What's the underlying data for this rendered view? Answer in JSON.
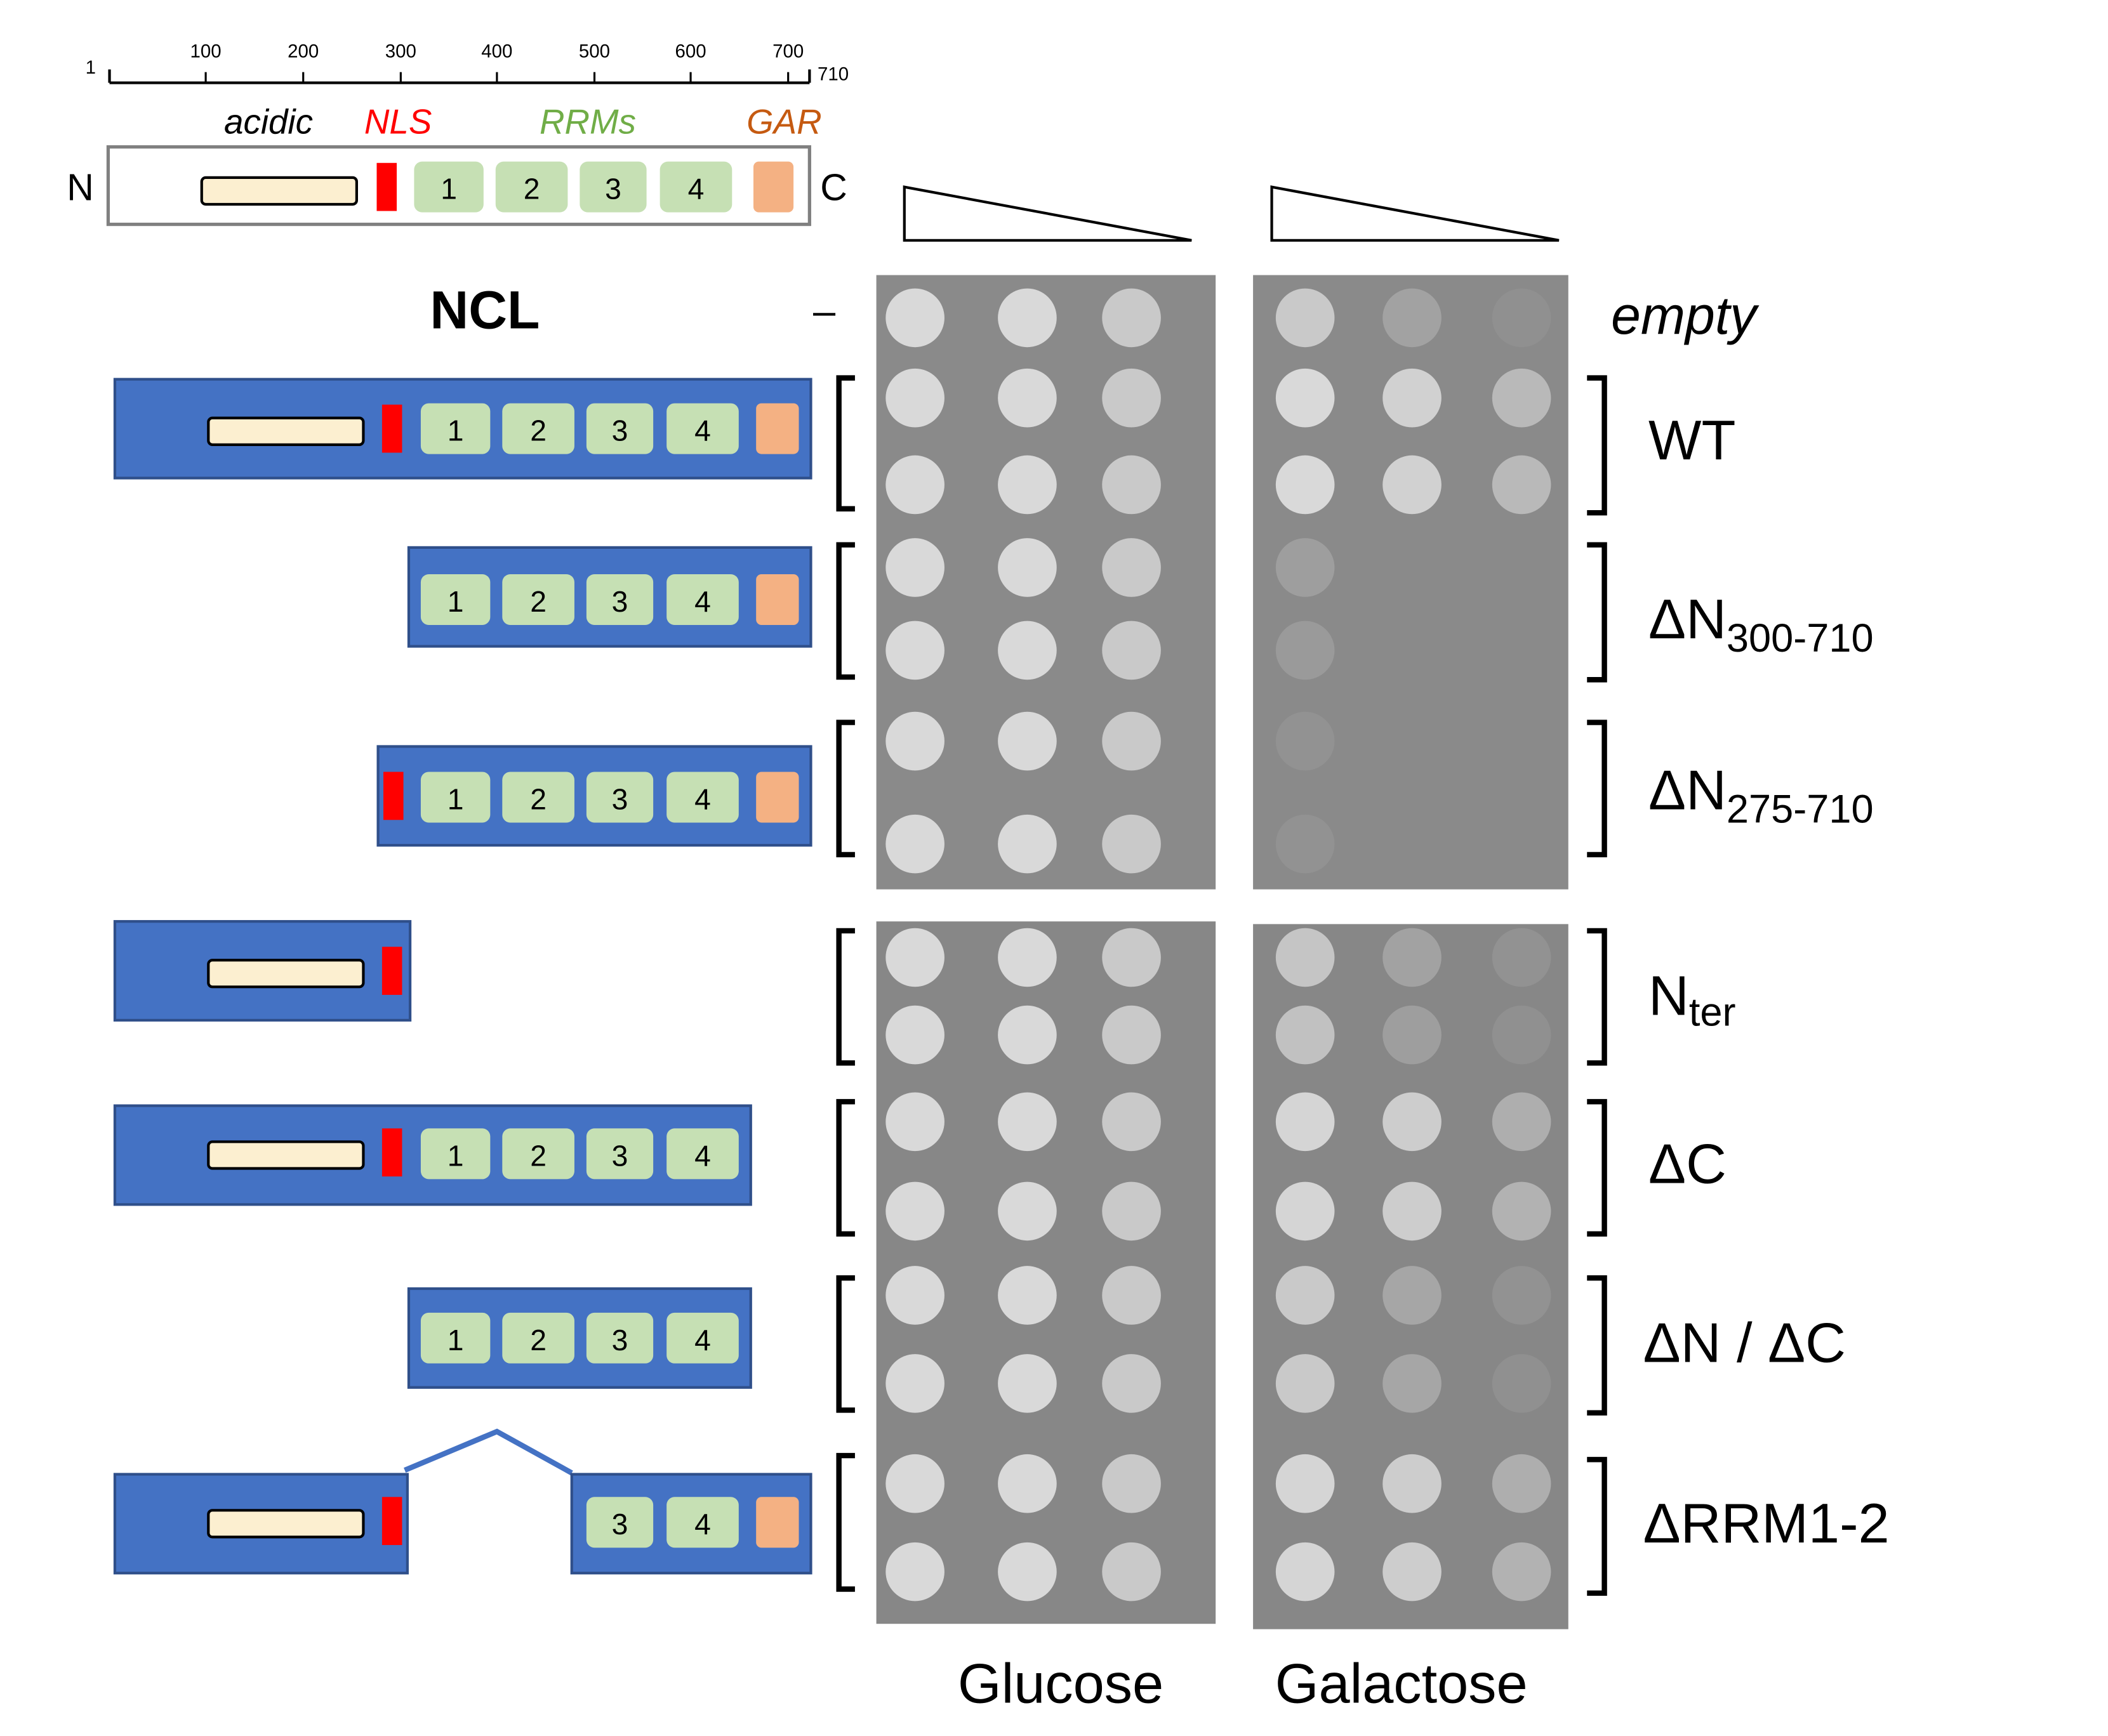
{
  "scale": {
    "start_label": "1",
    "end_label": "710",
    "ticks": [
      "100",
      "200",
      "300",
      "400",
      "500",
      "600",
      "700"
    ]
  },
  "domains": {
    "acidic": "acidic",
    "nls": "NLS",
    "rrms": "RRMs",
    "gar": "GAR",
    "rrm_numbers": [
      "1",
      "2",
      "3",
      "4"
    ]
  },
  "protein_termini": {
    "n": "N",
    "c": "C"
  },
  "ncl_title": "NCL",
  "dash": "–",
  "empty_label": "empty",
  "constructs": [
    {
      "label_main": "WT",
      "label_sub": "",
      "domains": [
        "acidic",
        "NLS",
        "1",
        "2",
        "3",
        "4",
        "GAR"
      ]
    },
    {
      "label_main": "ΔN",
      "label_sub": "300-710",
      "domains": [
        "1",
        "2",
        "3",
        "4",
        "GAR"
      ]
    },
    {
      "label_main": "ΔN",
      "label_sub": "275-710",
      "domains": [
        "NLS",
        "1",
        "2",
        "3",
        "4",
        "GAR"
      ]
    },
    {
      "label_main": "N",
      "label_sub": "ter",
      "domains": [
        "acidic",
        "NLS"
      ]
    },
    {
      "label_main": "ΔC",
      "label_sub": "",
      "domains": [
        "acidic",
        "NLS",
        "1",
        "2",
        "3",
        "4"
      ]
    },
    {
      "label_main": "ΔN / ΔC",
      "label_sub": "",
      "domains": [
        "1",
        "2",
        "3",
        "4"
      ]
    },
    {
      "label_main": "ΔRRM1-2",
      "label_sub": "",
      "domains": [
        "acidic",
        "NLS",
        "3",
        "4",
        "GAR"
      ]
    }
  ],
  "media": {
    "glucose": "Glucose",
    "galactose": "Galactose"
  },
  "colors": {
    "construct_fill": "#4472c4",
    "construct_stroke": "#2f4f8a",
    "acidic": "#fcefd0",
    "nls": "#ff0000",
    "rrm": "#c6e0b4",
    "gar": "#f4b183",
    "nls_text": "#ff0000",
    "rrms_text": "#70ad47",
    "gar_text": "#c55a11",
    "plate": "#8a8a8a",
    "colony": "#d9d9d9"
  },
  "growth": {
    "glucose_rows": [
      [
        1,
        1,
        0.8
      ],
      [
        1,
        1,
        0.8
      ],
      [
        1,
        1,
        0.8
      ],
      [
        1,
        1,
        0.8
      ],
      [
        1,
        1,
        0.8
      ],
      [
        1,
        1,
        0.8
      ],
      [
        1,
        1,
        0.8
      ],
      [
        1,
        1,
        0.8
      ],
      [
        1,
        1,
        0.8
      ],
      [
        1,
        1,
        0.8
      ],
      [
        1,
        1,
        0.8
      ],
      [
        1,
        1,
        0.8
      ],
      [
        1,
        1,
        0.8
      ],
      [
        1,
        1,
        0.8
      ],
      [
        1,
        1,
        0.8
      ]
    ],
    "galactose_rows": [
      [
        0.8,
        0.3,
        0.08
      ],
      [
        1,
        0.9,
        0.6
      ],
      [
        1,
        0.9,
        0.6
      ],
      [
        0.25,
        0,
        0
      ],
      [
        0.2,
        0,
        0
      ],
      [
        0.1,
        0,
        0
      ],
      [
        0.1,
        0,
        0
      ],
      [
        0.75,
        0.3,
        0.1
      ],
      [
        0.7,
        0.25,
        0.08
      ],
      [
        0.95,
        0.85,
        0.45
      ],
      [
        0.95,
        0.85,
        0.5
      ],
      [
        0.8,
        0.35,
        0.1
      ],
      [
        0.8,
        0.35,
        0.08
      ],
      [
        0.95,
        0.85,
        0.45
      ],
      [
        0.95,
        0.85,
        0.5
      ]
    ]
  }
}
